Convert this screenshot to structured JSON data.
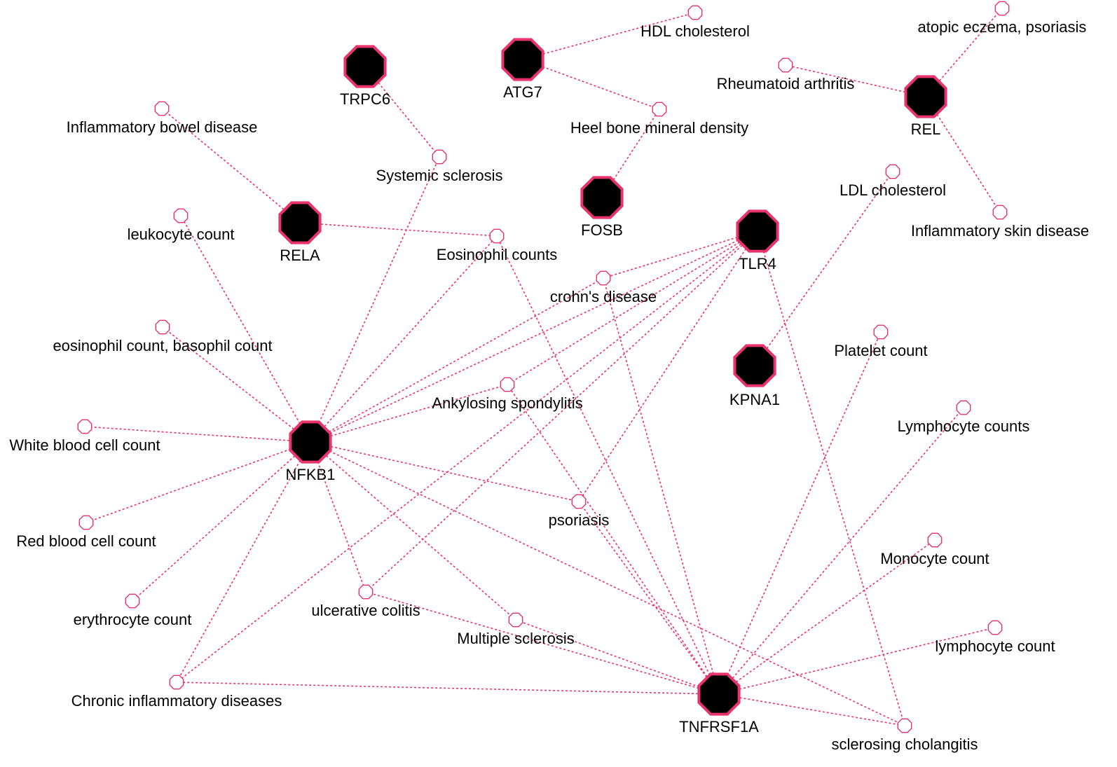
{
  "colors": {
    "edge": "#e8336c",
    "node_stroke": "#e8336c",
    "gene_fill": "#000000"
  },
  "nodes": [
    {
      "id": "TRPC6",
      "label": "TRPC6",
      "kind": "gene"
    },
    {
      "id": "ATG7",
      "label": "ATG7",
      "kind": "gene"
    },
    {
      "id": "REL",
      "label": "REL",
      "kind": "gene"
    },
    {
      "id": "FOSB",
      "label": "FOSB",
      "kind": "gene"
    },
    {
      "id": "RELA",
      "label": "RELA",
      "kind": "gene"
    },
    {
      "id": "TLR4",
      "label": "TLR4",
      "kind": "gene"
    },
    {
      "id": "KPNA1",
      "label": "KPNA1",
      "kind": "gene"
    },
    {
      "id": "NFKB1",
      "label": "NFKB1",
      "kind": "gene"
    },
    {
      "id": "TNFRSF1A",
      "label": "TNFRSF1A",
      "kind": "gene"
    },
    {
      "id": "hdl",
      "label": "HDL cholesterol",
      "kind": "trait"
    },
    {
      "id": "atopic",
      "label": "atopic eczema, psoriasis",
      "kind": "trait"
    },
    {
      "id": "ra",
      "label": "Rheumatoid arthritis",
      "kind": "trait"
    },
    {
      "id": "ibd",
      "label": "Inflammatory bowel disease",
      "kind": "trait"
    },
    {
      "id": "heel",
      "label": "Heel bone mineral density",
      "kind": "trait"
    },
    {
      "id": "ssc",
      "label": "Systemic sclerosis",
      "kind": "trait"
    },
    {
      "id": "ldl",
      "label": "LDL cholesterol",
      "kind": "trait"
    },
    {
      "id": "isd",
      "label": "Inflammatory skin disease",
      "kind": "trait"
    },
    {
      "id": "leuko",
      "label": "leukocyte count",
      "kind": "trait"
    },
    {
      "id": "eos",
      "label": "Eosinophil counts",
      "kind": "trait"
    },
    {
      "id": "crohn",
      "label": "crohn's disease",
      "kind": "trait"
    },
    {
      "id": "eosbaso",
      "label": "eosinophil count, basophil count",
      "kind": "trait"
    },
    {
      "id": "platelet",
      "label": "Platelet count",
      "kind": "trait"
    },
    {
      "id": "as",
      "label": "Ankylosing spondylitis",
      "kind": "trait"
    },
    {
      "id": "lymphs",
      "label": "Lymphocyte counts",
      "kind": "trait"
    },
    {
      "id": "wbc",
      "label": "White blood cell count",
      "kind": "trait"
    },
    {
      "id": "psoriasis",
      "label": "psoriasis",
      "kind": "trait"
    },
    {
      "id": "rbc",
      "label": "Red blood cell count",
      "kind": "trait"
    },
    {
      "id": "mono",
      "label": "Monocyte count",
      "kind": "trait"
    },
    {
      "id": "ery",
      "label": "erythrocyte count",
      "kind": "trait"
    },
    {
      "id": "uc",
      "label": "ulcerative colitis",
      "kind": "trait"
    },
    {
      "id": "ms",
      "label": "Multiple sclerosis",
      "kind": "trait"
    },
    {
      "id": "lymph",
      "label": "lymphocyte count",
      "kind": "trait"
    },
    {
      "id": "cid",
      "label": "Chronic inflammatory diseases",
      "kind": "trait"
    },
    {
      "id": "psc",
      "label": "sclerosing cholangitis",
      "kind": "trait"
    }
  ],
  "edges": [
    [
      "ATG7",
      "hdl"
    ],
    [
      "ATG7",
      "heel"
    ],
    [
      "FOSB",
      "heel"
    ],
    [
      "REL",
      "atopic"
    ],
    [
      "REL",
      "ra"
    ],
    [
      "REL",
      "isd"
    ],
    [
      "TRPC6",
      "ssc"
    ],
    [
      "RELA",
      "ibd"
    ],
    [
      "RELA",
      "eos"
    ],
    [
      "KPNA1",
      "ldl"
    ],
    [
      "NFKB1",
      "ssc"
    ],
    [
      "NFKB1",
      "leuko"
    ],
    [
      "NFKB1",
      "eosbaso"
    ],
    [
      "NFKB1",
      "wbc"
    ],
    [
      "NFKB1",
      "rbc"
    ],
    [
      "NFKB1",
      "ery"
    ],
    [
      "NFKB1",
      "cid"
    ],
    [
      "NFKB1",
      "uc"
    ],
    [
      "NFKB1",
      "ms"
    ],
    [
      "NFKB1",
      "psoriasis"
    ],
    [
      "NFKB1",
      "as"
    ],
    [
      "NFKB1",
      "crohn"
    ],
    [
      "NFKB1",
      "eos"
    ],
    [
      "NFKB1",
      "psc"
    ],
    [
      "NFKB1",
      "TLR4"
    ],
    [
      "TLR4",
      "crohn"
    ],
    [
      "TLR4",
      "as"
    ],
    [
      "TLR4",
      "uc"
    ],
    [
      "TLR4",
      "cid"
    ],
    [
      "TLR4",
      "psoriasis"
    ],
    [
      "TLR4",
      "psc"
    ],
    [
      "TNFRSF1A",
      "eos"
    ],
    [
      "TNFRSF1A",
      "crohn"
    ],
    [
      "TNFRSF1A",
      "as"
    ],
    [
      "TNFRSF1A",
      "psoriasis"
    ],
    [
      "TNFRSF1A",
      "uc"
    ],
    [
      "TNFRSF1A",
      "ms"
    ],
    [
      "TNFRSF1A",
      "cid"
    ],
    [
      "TNFRSF1A",
      "platelet"
    ],
    [
      "TNFRSF1A",
      "lymphs"
    ],
    [
      "TNFRSF1A",
      "mono"
    ],
    [
      "TNFRSF1A",
      "lymph"
    ],
    [
      "TNFRSF1A",
      "psc"
    ]
  ]
}
